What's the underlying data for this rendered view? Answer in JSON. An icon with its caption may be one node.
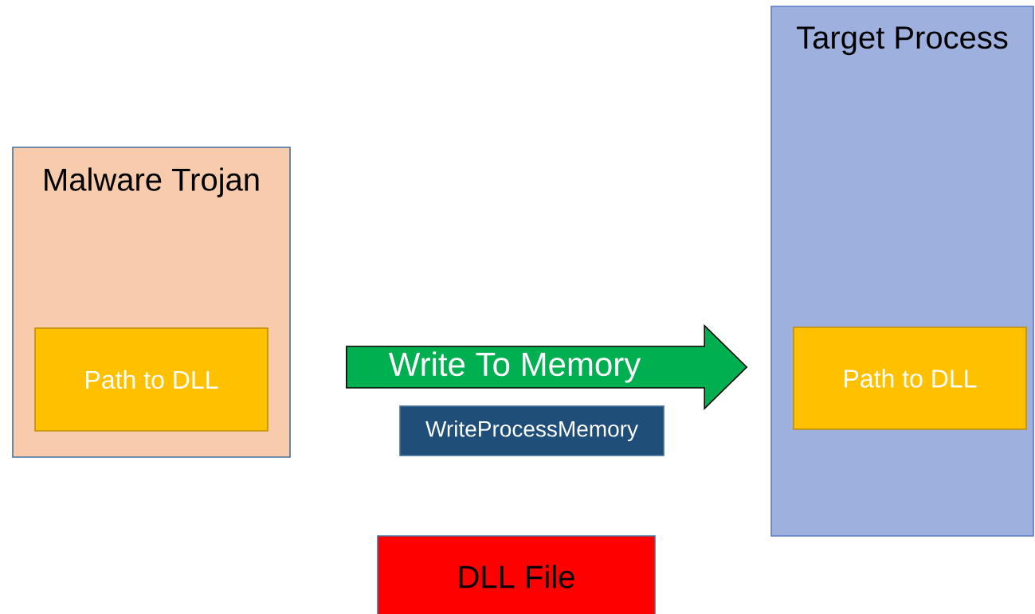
{
  "diagram": {
    "nodes": [
      {
        "text": [
          "Malware Trojan"
        ]
      },
      {
        "text": [
          "Path to DLL"
        ],
        "in": 0
      },
      {
        "text": [
          "Target Process"
        ]
      },
      {
        "text": [
          "Path to DLL"
        ],
        "in": 2
      },
      {
        "text": [
          "WriteProcessMemory"
        ]
      },
      {
        "text": [
          "DLL File"
        ]
      }
    ],
    "edges": [
      {
        "from": 0,
        "to": 2,
        "arrow": "to",
        "label": "Write To Memory"
      }
    ]
  }
}
